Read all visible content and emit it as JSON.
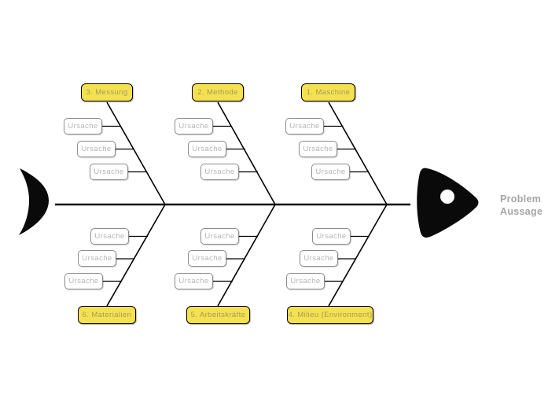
{
  "diagram": {
    "type": "fishbone-ishikawa",
    "problem_label": {
      "line1": "Problem",
      "line2": "Aussage"
    }
  },
  "groups": [
    {
      "label": "3. Messung",
      "position": "top",
      "causes": [
        "Ursache",
        "Ursache",
        "Ursache"
      ]
    },
    {
      "label": "2. Methode",
      "position": "top",
      "causes": [
        "Ursache",
        "Ursache",
        "Ursache"
      ]
    },
    {
      "label": "1. Maschine",
      "position": "top",
      "causes": [
        "Ursache",
        "Ursache",
        "Ursache"
      ]
    },
    {
      "label": "6. Materialien",
      "position": "bottom",
      "causes": [
        "Ursache",
        "Ursache",
        "Ursache"
      ]
    },
    {
      "label": "5. Arbeitskräfte",
      "position": "bottom",
      "causes": [
        "Ursache",
        "Ursache",
        "Ursache"
      ]
    },
    {
      "label": "4. Milieu (Environment)",
      "position": "bottom",
      "causes": [
        "Ursache",
        "Ursache",
        "Ursache"
      ]
    }
  ],
  "colors": {
    "background": "#FFFFFF",
    "category_fill": "#F5E14F",
    "category_border": "#000000",
    "category_text": "#A09C66",
    "cause_fill": "#FFFFFF",
    "cause_border": "#8C8C8C",
    "cause_text": "#B5B5B5",
    "line": "#000000",
    "fish_figure": "#0A0A0A",
    "problem_text": "#A6A6A6"
  }
}
